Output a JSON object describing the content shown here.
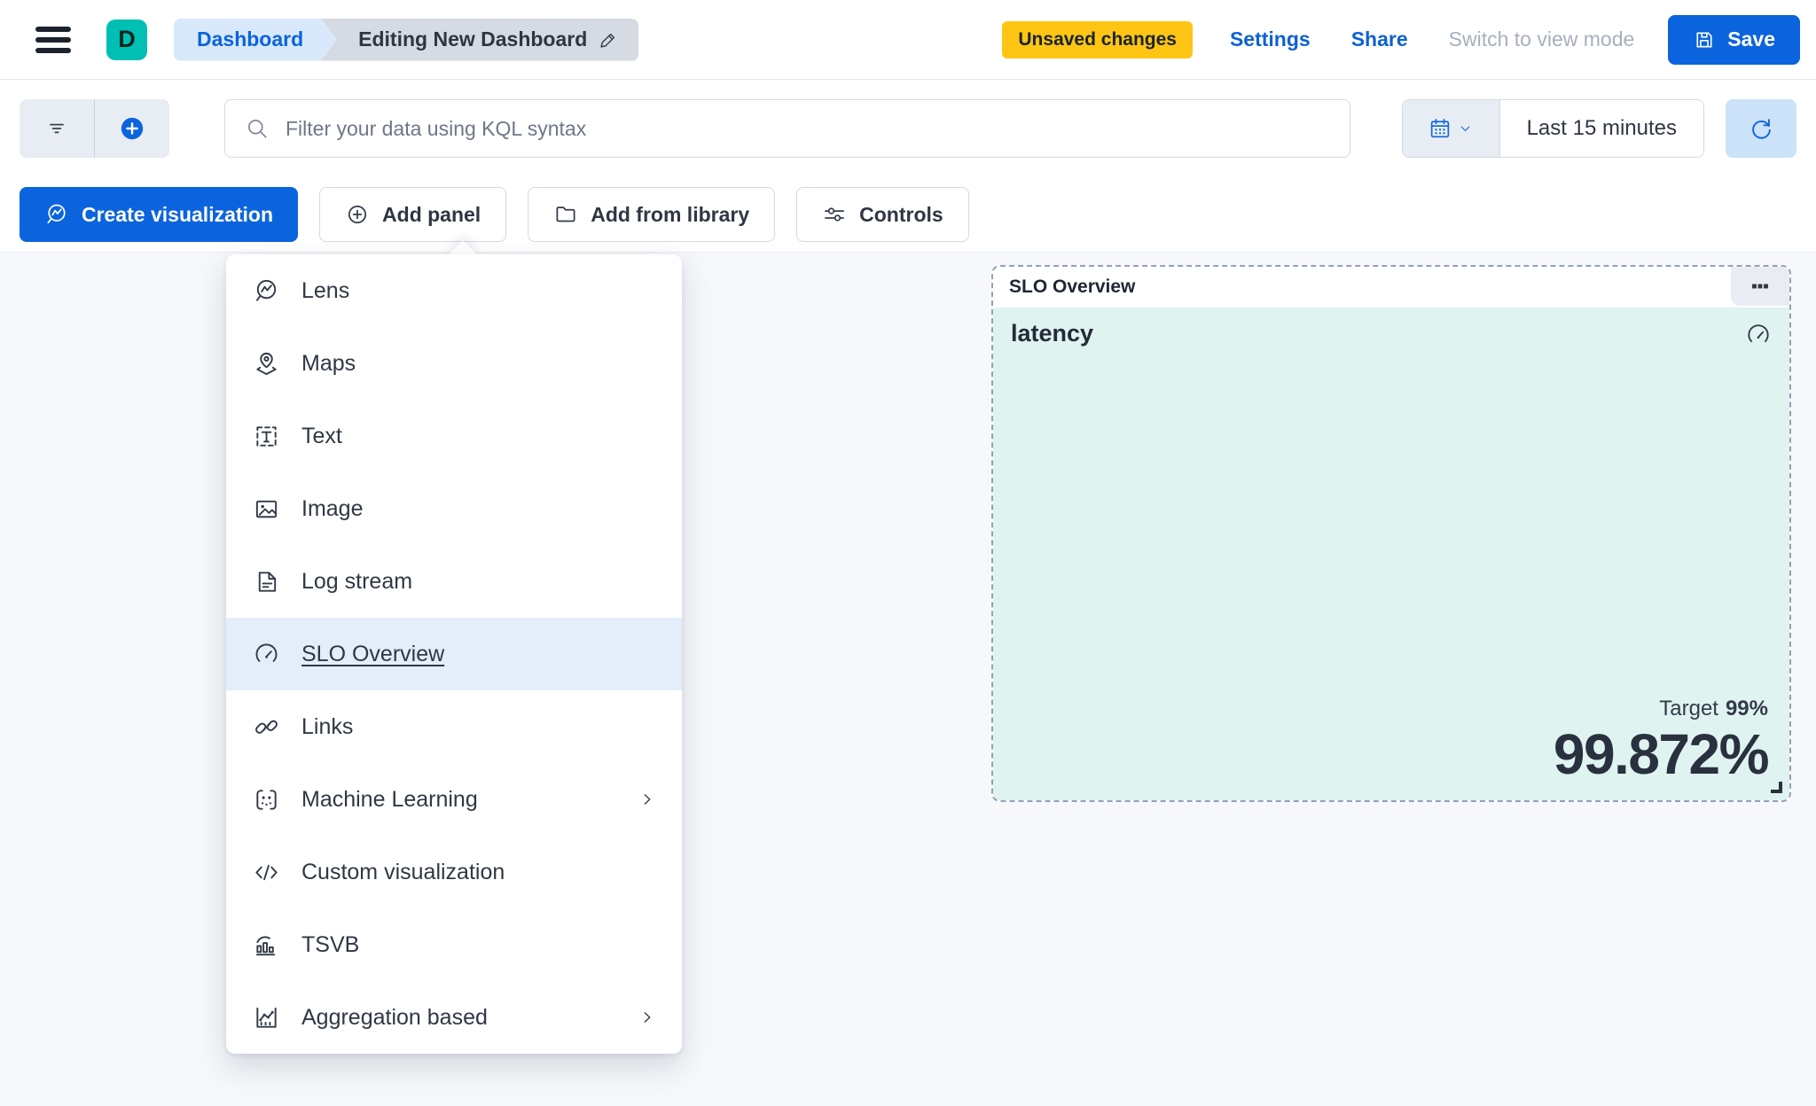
{
  "header": {
    "logo_letter": "D",
    "breadcrumbs": [
      {
        "label": "Dashboard"
      },
      {
        "label": "Editing New Dashboard"
      }
    ],
    "unsaved_badge": "Unsaved changes",
    "settings_label": "Settings",
    "share_label": "Share",
    "switch_view_label": "Switch to view mode",
    "save_label": "Save"
  },
  "filter_bar": {
    "kql_placeholder": "Filter your data using KQL syntax",
    "time_range": "Last 15 minutes"
  },
  "toolbar": {
    "create_visualization_label": "Create visualization",
    "add_panel_label": "Add panel",
    "add_from_library_label": "Add from library",
    "controls_label": "Controls"
  },
  "add_panel_menu": {
    "items": [
      {
        "label": "Lens",
        "icon": "lens-icon"
      },
      {
        "label": "Maps",
        "icon": "maps-icon"
      },
      {
        "label": "Text",
        "icon": "text-icon"
      },
      {
        "label": "Image",
        "icon": "image-icon"
      },
      {
        "label": "Log stream",
        "icon": "log-stream-icon"
      },
      {
        "label": "SLO Overview",
        "icon": "slo-overview-icon",
        "selected": true
      },
      {
        "label": "Links",
        "icon": "links-icon"
      },
      {
        "label": "Machine Learning",
        "icon": "machine-learning-icon",
        "has_submenu": true
      },
      {
        "label": "Custom visualization",
        "icon": "custom-visualization-icon"
      },
      {
        "label": "TSVB",
        "icon": "tsvb-icon"
      },
      {
        "label": "Aggregation based",
        "icon": "aggregation-based-icon",
        "has_submenu": true
      }
    ]
  },
  "slo_panel": {
    "header_title": "SLO Overview",
    "slo_name": "latency",
    "target_label": "Target",
    "target_value": "99%",
    "value": "99.872%"
  },
  "colors": {
    "primary": "#0B64DD",
    "link": "#0E62D1",
    "teal": "#00BFB3",
    "warning": "#FEC514",
    "menu_highlight": "#E4EEFA",
    "panel_body": "#DFF3F0",
    "panel_dashed_border": "#93A0B5",
    "text": "#2F3643",
    "muted": "#A7AFBD",
    "canvas_bg": "#F6F8FB"
  }
}
